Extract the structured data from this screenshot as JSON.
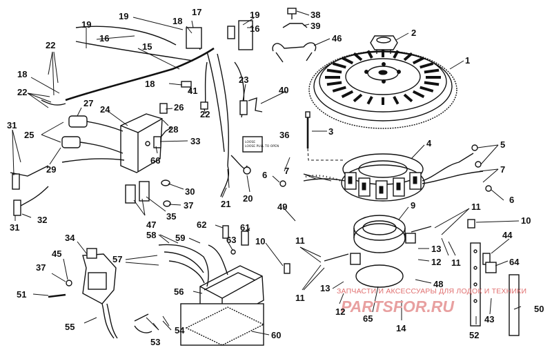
{
  "callouts": [
    {
      "label": "1"
    },
    {
      "label": "2"
    },
    {
      "label": "3"
    },
    {
      "label": "4"
    },
    {
      "label": "5"
    },
    {
      "label": "6"
    },
    {
      "label": "6"
    },
    {
      "label": "7"
    },
    {
      "label": "7"
    },
    {
      "label": "9"
    },
    {
      "label": "10"
    },
    {
      "label": "10"
    },
    {
      "label": "11"
    },
    {
      "label": "11"
    },
    {
      "label": "11"
    },
    {
      "label": "11"
    },
    {
      "label": "12"
    },
    {
      "label": "12"
    },
    {
      "label": "13"
    },
    {
      "label": "13"
    },
    {
      "label": "14"
    },
    {
      "label": "15"
    },
    {
      "label": "16"
    },
    {
      "label": "16"
    },
    {
      "label": "17"
    },
    {
      "label": "18"
    },
    {
      "label": "18"
    },
    {
      "label": "18"
    },
    {
      "label": "19"
    },
    {
      "label": "19"
    },
    {
      "label": "19"
    },
    {
      "label": "20"
    },
    {
      "label": "21"
    },
    {
      "label": "22"
    },
    {
      "label": "22"
    },
    {
      "label": "22"
    },
    {
      "label": "23"
    },
    {
      "label": "24"
    },
    {
      "label": "25"
    },
    {
      "label": "26"
    },
    {
      "label": "27"
    },
    {
      "label": "28"
    },
    {
      "label": "29"
    },
    {
      "label": "30"
    },
    {
      "label": "31"
    },
    {
      "label": "31"
    },
    {
      "label": "32"
    },
    {
      "label": "33"
    },
    {
      "label": "34"
    },
    {
      "label": "35"
    },
    {
      "label": "36"
    },
    {
      "label": "37"
    },
    {
      "label": "37"
    },
    {
      "label": "38"
    },
    {
      "label": "39"
    },
    {
      "label": "40"
    },
    {
      "label": "41"
    },
    {
      "label": "43"
    },
    {
      "label": "44"
    },
    {
      "label": "45"
    },
    {
      "label": "46"
    },
    {
      "label": "47"
    },
    {
      "label": "48"
    },
    {
      "label": "49"
    },
    {
      "label": "50"
    },
    {
      "label": "51"
    },
    {
      "label": "52"
    },
    {
      "label": "53"
    },
    {
      "label": "54"
    },
    {
      "label": "55"
    },
    {
      "label": "56"
    },
    {
      "label": "57"
    },
    {
      "label": "58"
    },
    {
      "label": "59"
    },
    {
      "label": "60"
    },
    {
      "label": "61"
    },
    {
      "label": "62"
    },
    {
      "label": "63"
    },
    {
      "label": "64"
    },
    {
      "label": "65"
    },
    {
      "label": "66"
    }
  ],
  "harness_tag": "LOOSE PULL TO OPEN",
  "watermark": {
    "line1": "ЗАПЧАСТИ И АКСЕССУАРЫ ДЛЯ ЛОДОК И ТЕХНИКИ",
    "line2": "PARTSFOR.RU"
  }
}
